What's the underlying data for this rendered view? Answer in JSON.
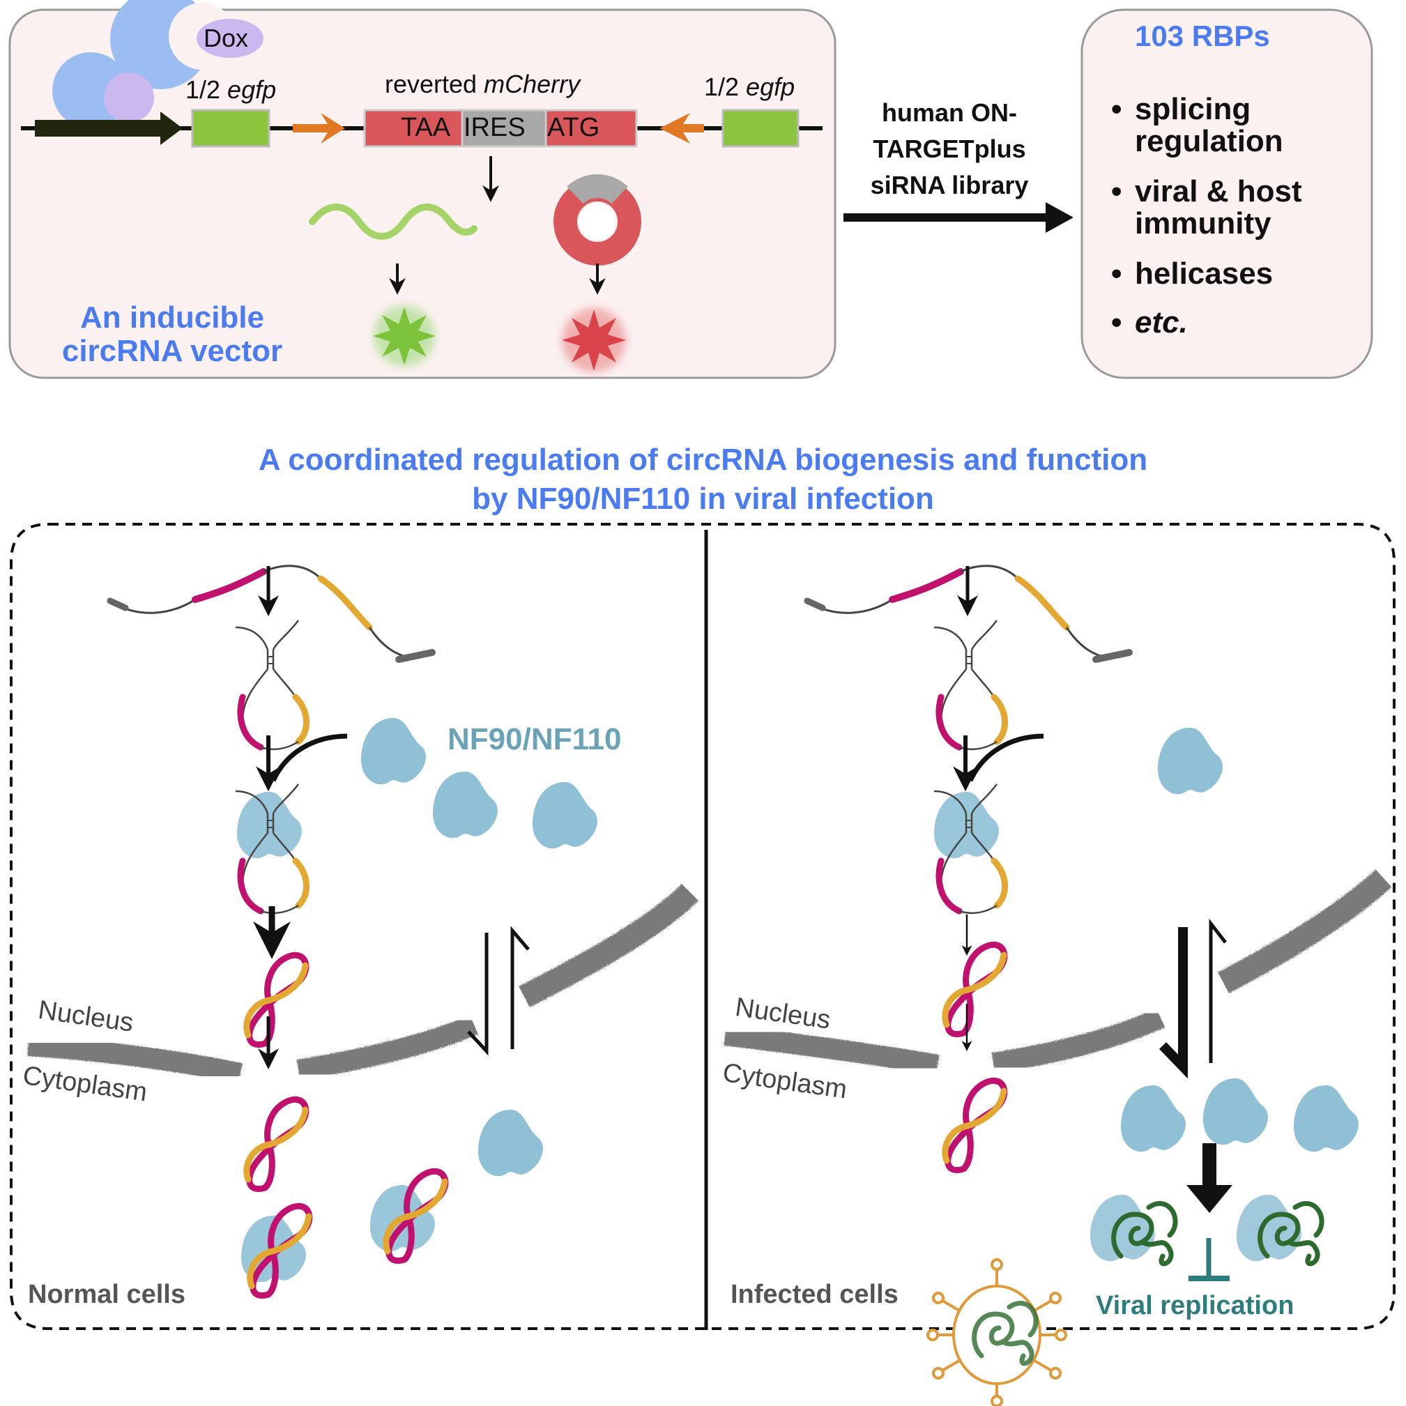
{
  "top_left_panel": {
    "dox_label": "Dox",
    "egfp_left": {
      "prefix": "1/2 ",
      "gene": "egfp"
    },
    "egfp_right": {
      "prefix": "1/2 ",
      "gene": "egfp"
    },
    "mcherry_label": {
      "prefix": "reverted ",
      "gene": "mCherry"
    },
    "cassette": {
      "taa": "TAA",
      "ires": "IRES",
      "atg": "ATG"
    },
    "title_line1": "An inducible",
    "title_line2": "circRNA vector"
  },
  "screen_arrow": {
    "line1": "human ON-",
    "line2": "TARGETplus",
    "line3": "siRNA library"
  },
  "top_right_panel": {
    "title": "103 RBPs",
    "bullets": [
      {
        "line1": "splicing",
        "line2": "regulation"
      },
      {
        "line1": "viral & host",
        "line2": "immunity"
      },
      {
        "line1": "helicases",
        "line2": ""
      },
      {
        "line1": "etc.",
        "line2": ""
      }
    ]
  },
  "headline": {
    "line1": "A coordinated regulation of circRNA biogenesis and function",
    "line2": "by NF90/NF110 in viral infection"
  },
  "normal_panel": {
    "protein_label": "NF90/NF110",
    "nucleus": "Nucleus",
    "cytoplasm": "Cytoplasm",
    "caption": "Normal cells"
  },
  "infected_panel": {
    "nucleus": "Nucleus",
    "cytoplasm": "Cytoplasm",
    "caption": "Infected cells",
    "outcome": "Viral replication"
  },
  "colors": {
    "accent_blue": "#4a7bf0",
    "protein": "#8fc0d6",
    "exon_magenta": "#c0116e",
    "exon_gold": "#e2a832",
    "egfp_green": "#8cc43e",
    "mcherry_red": "#d9575a",
    "ires_gray": "#a8a8a8",
    "teal_text": "#6aa3b8",
    "viral_rna": "#2c6a2e",
    "virus_orange": "#e09a3a"
  }
}
